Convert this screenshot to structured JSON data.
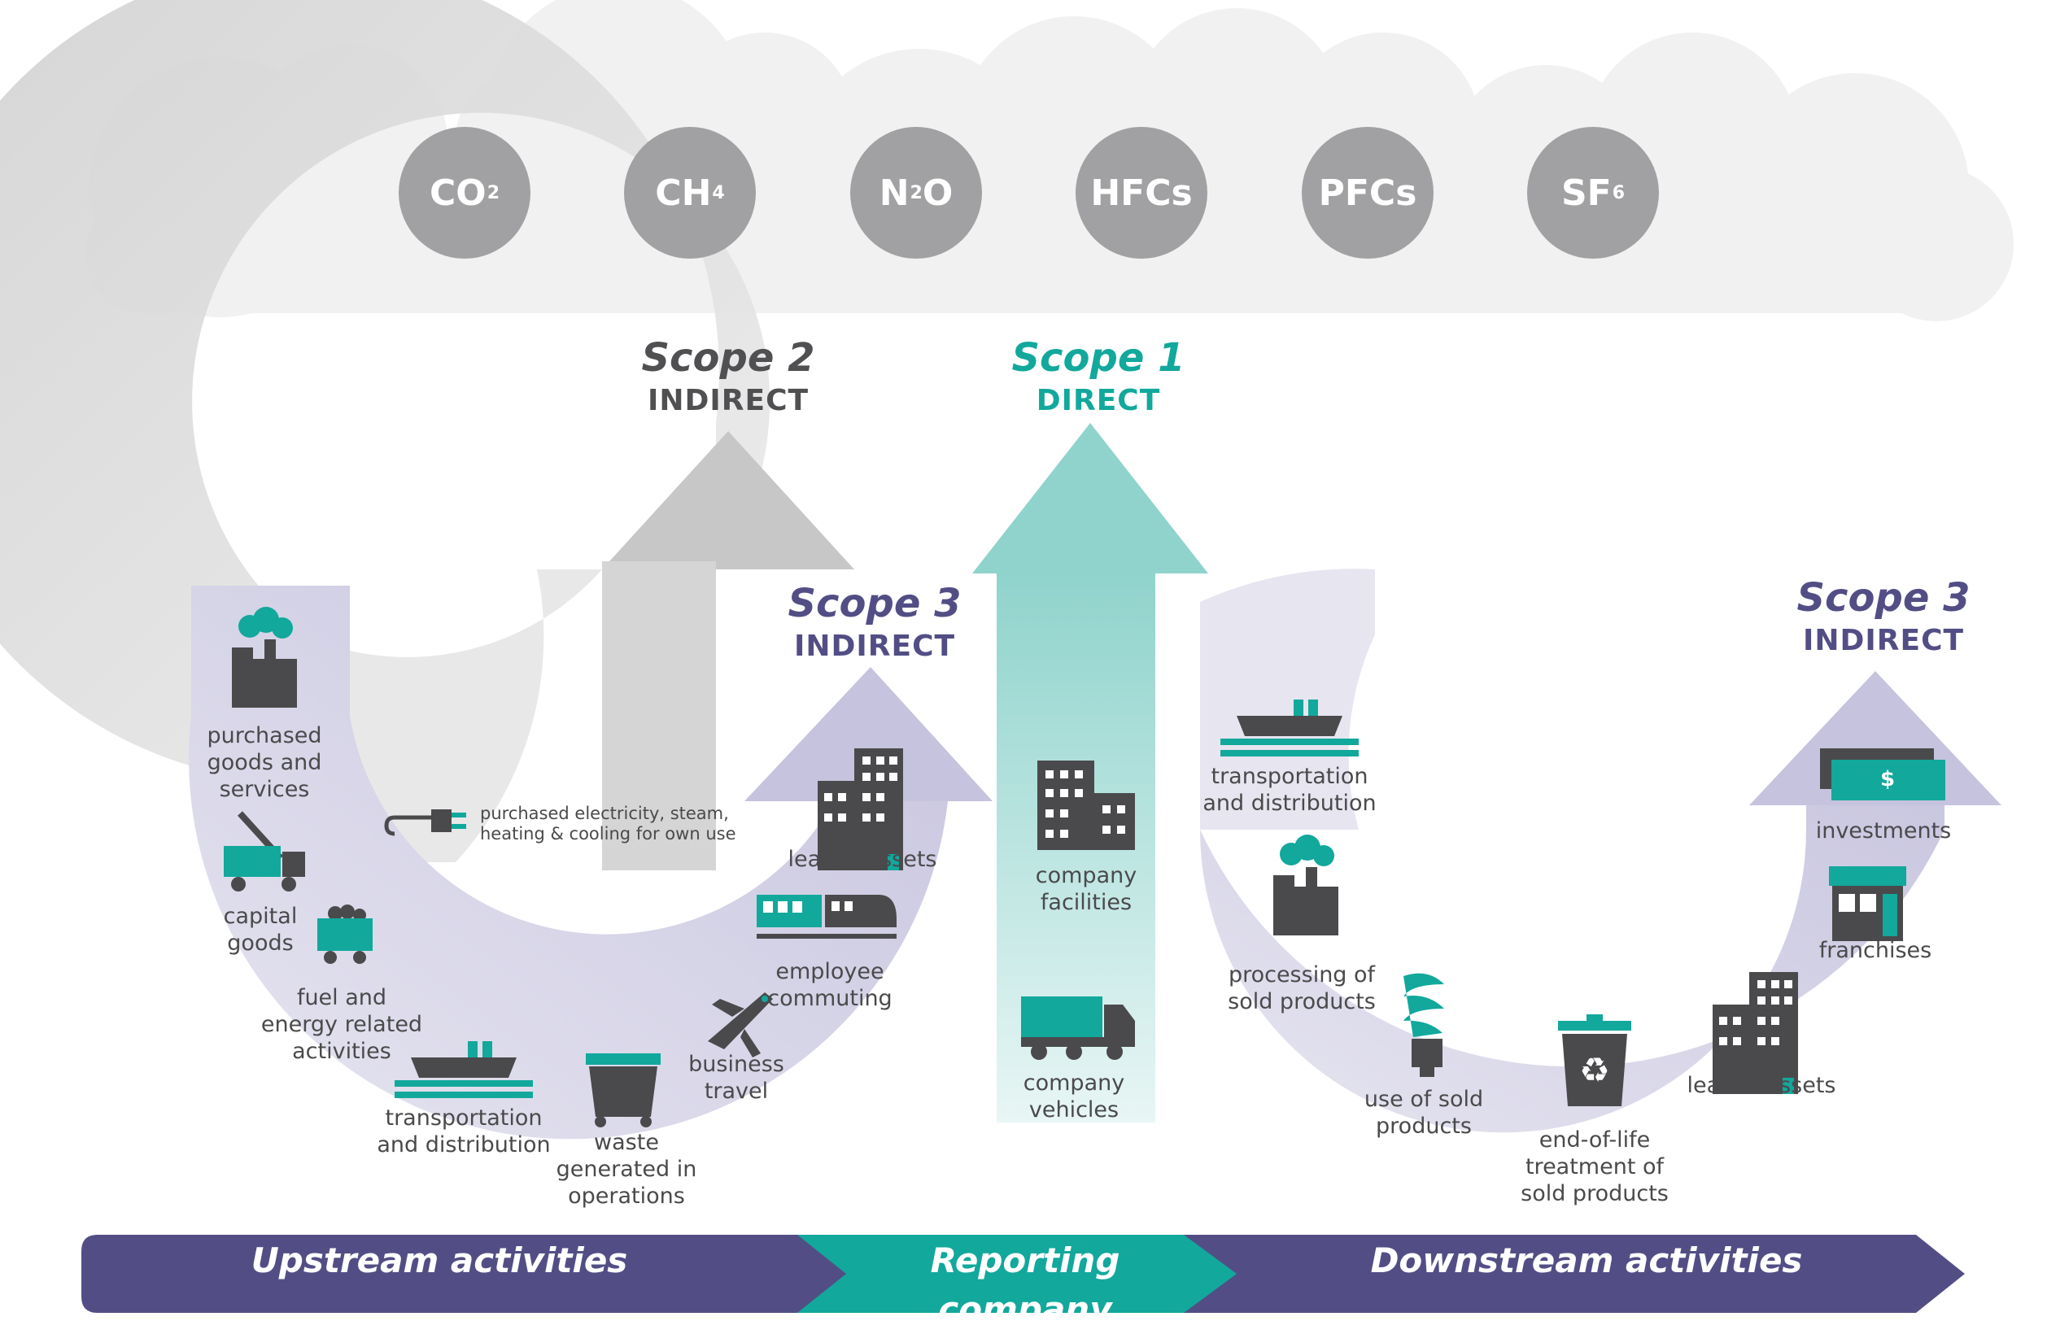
{
  "gases": [
    {
      "formula": "CO",
      "sub": "2"
    },
    {
      "formula": "CH",
      "sub": "4"
    },
    {
      "formula": "N",
      "sub": "2",
      "suffix": "O"
    },
    {
      "formula": "HFCs",
      "sub": ""
    },
    {
      "formula": "PFCs",
      "sub": ""
    },
    {
      "formula": "SF",
      "sub": "6"
    }
  ],
  "scopes": {
    "scope2": {
      "title": "Scope 2",
      "subtitle": "INDIRECT"
    },
    "scope1": {
      "title": "Scope 1",
      "subtitle": "DIRECT"
    },
    "scope3_up": {
      "title": "Scope 3",
      "subtitle": "INDIRECT"
    },
    "scope3_down": {
      "title": "Scope 3",
      "subtitle": "INDIRECT"
    }
  },
  "upstream": {
    "purchased_goods": "purchased\ngoods and\nservices",
    "capital_goods": "capital\ngoods",
    "fuel_energy": "fuel and\nenergy related\nactivities",
    "transportation": "transportation\nand distribution",
    "waste": "waste\ngenerated in\noperations",
    "business_travel": "business\ntravel",
    "employee_commuting": "employee\ncommuting",
    "leased_assets": "leased assets",
    "purchased_electricity": "purchased electricity, steam,\nheating & cooling for own use"
  },
  "company": {
    "facilities": "company\nfacilities",
    "vehicles": "company\nvehicles"
  },
  "downstream": {
    "transportation": "transportation\nand distribution",
    "processing": "processing of\nsold products",
    "use": "use of sold\nproducts",
    "end_of_life": "end-of-life\ntreatment of\nsold products",
    "leased_assets": "leased assets",
    "franchises": "franchises",
    "investments": "investments",
    "dollar": "$"
  },
  "band": {
    "upstream": "Upstream activities",
    "reporting": "Reporting company",
    "downstream": "Downstream activities"
  },
  "colors": {
    "cloud": "#f1f1f1",
    "gas": "#a1a1a3",
    "gray_arrow": "#d5d5d6",
    "teal": "#12a89c",
    "teal_light": "#9bd8d2",
    "lavender": "#cfcde3",
    "purple": "#524e85",
    "scope2_text": "#505052",
    "icon_dark": "#4a4a4c"
  }
}
